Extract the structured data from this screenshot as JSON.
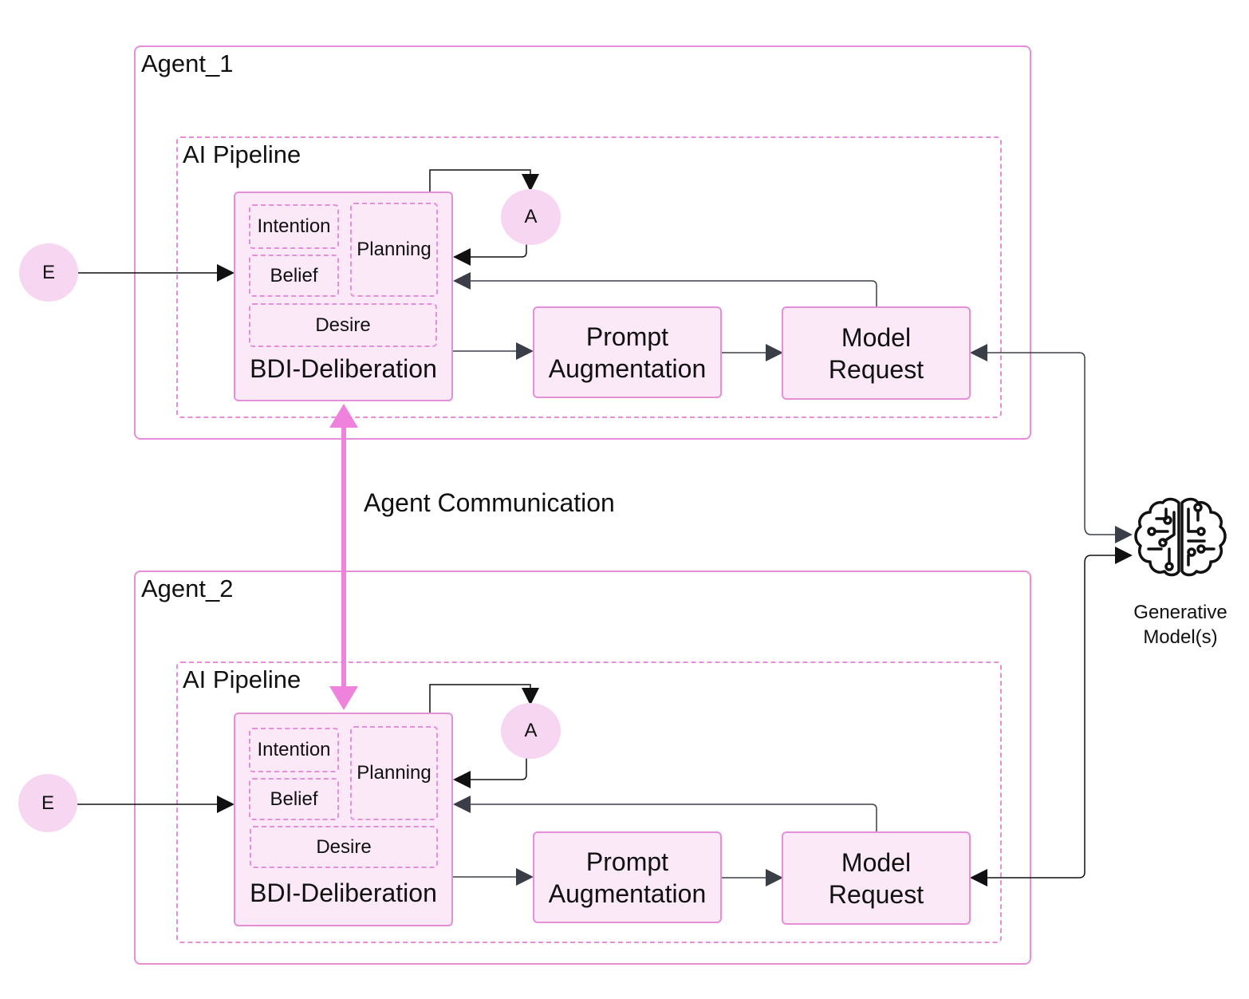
{
  "agents": [
    {
      "title": "Agent_1",
      "pipeline_title": "AI Pipeline",
      "intention": "Intention",
      "belief": "Belief",
      "planning": "Planning",
      "desire": "Desire",
      "bdi": "BDI-Deliberation",
      "prompt": [
        "Prompt",
        "Augmentation"
      ],
      "model": [
        "Model",
        "Request"
      ],
      "action": "A",
      "event": "E"
    },
    {
      "title": "Agent_2",
      "pipeline_title": "AI Pipeline",
      "intention": "Intention",
      "belief": "Belief",
      "planning": "Planning",
      "desire": "Desire",
      "bdi": "BDI-Deliberation",
      "prompt": [
        "Prompt",
        "Augmentation"
      ],
      "model": [
        "Model",
        "Request"
      ],
      "action": "A",
      "event": "E"
    }
  ],
  "communication_label": "Agent Communication",
  "generative": {
    "line1": "Generative",
    "line2": "Model(s)",
    "icon": "brain-circuit-icon"
  },
  "colors": {
    "border": "#e58fd8",
    "fill": "#fbe9f8",
    "circle": "#f6d6f1",
    "comm_arrow": "#ee82dc",
    "arrow": "#222222"
  }
}
